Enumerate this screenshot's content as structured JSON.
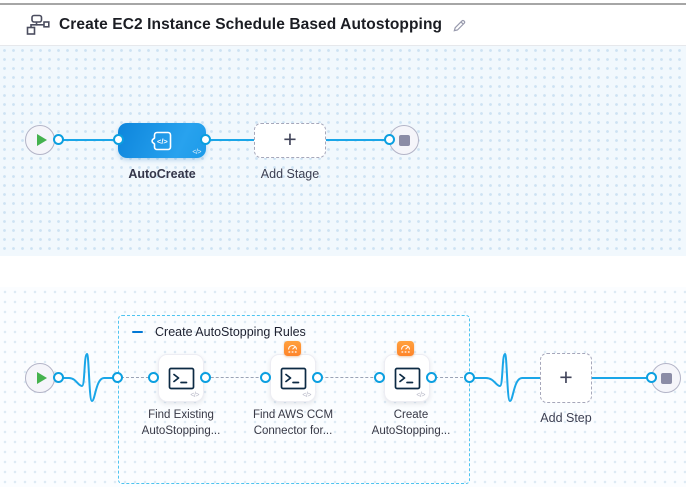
{
  "header": {
    "title": "Create EC2 Instance Schedule Based Autostopping"
  },
  "stage_canvas": {
    "stage": {
      "name": "AutoCreate",
      "type": "custom-stage",
      "code_glyph": "</>"
    },
    "add_stage": {
      "label": "Add Stage",
      "plus": "+"
    }
  },
  "execution_canvas": {
    "step_group": {
      "title": "Create AutoStopping Rules",
      "steps": [
        {
          "name_line1": "Find Existing",
          "name_line2": "AutoStopping...",
          "icon": "shell-script-icon",
          "badge": "",
          "code_glyph": "</>"
        },
        {
          "name_line1": "Find AWS CCM",
          "name_line2": "Connector for...",
          "icon": "shell-script-icon",
          "badge": "ccm-gauge-icon",
          "code_glyph": "</>"
        },
        {
          "name_line1": "Create",
          "name_line2": "AutoStopping...",
          "icon": "shell-script-icon",
          "badge": "ccm-gauge-icon",
          "code_glyph": "</>"
        }
      ]
    },
    "add_step": {
      "label": "Add Step",
      "plus": "+"
    }
  },
  "colors": {
    "connector_blue": "#1aa6e8",
    "port_ring": "#0b9fe0",
    "stage_blue": "#1b95e6",
    "group_border": "#4ec4f0",
    "ccm_badge_orange": "#ff8a33",
    "play_green": "#45b24e",
    "stop_gray": "#8b8ca6",
    "collapse_minus_blue": "#0278d5"
  }
}
